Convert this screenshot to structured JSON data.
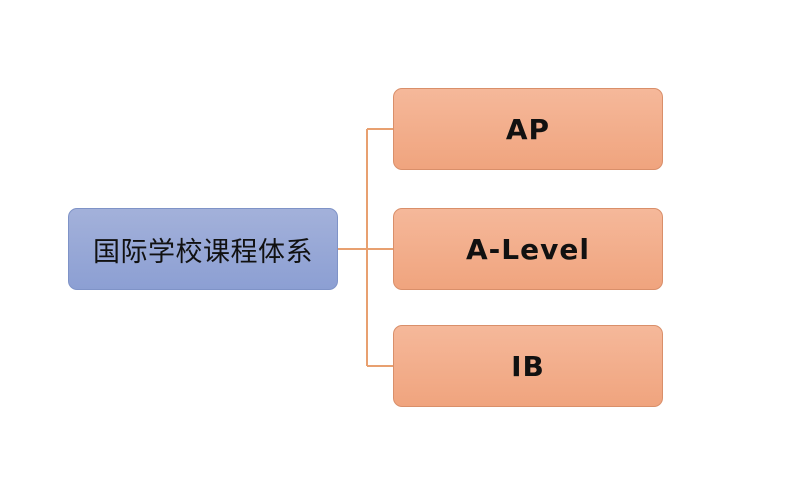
{
  "diagram": {
    "root": {
      "label": "国际学校课程体系"
    },
    "children": [
      {
        "label": "AP"
      },
      {
        "label": "A-Level"
      },
      {
        "label": "IB"
      }
    ]
  },
  "colors": {
    "root_fill": "#8c9fd3",
    "child_fill": "#f0a47e",
    "connector": "#e8a070",
    "background": "#ffffff"
  }
}
